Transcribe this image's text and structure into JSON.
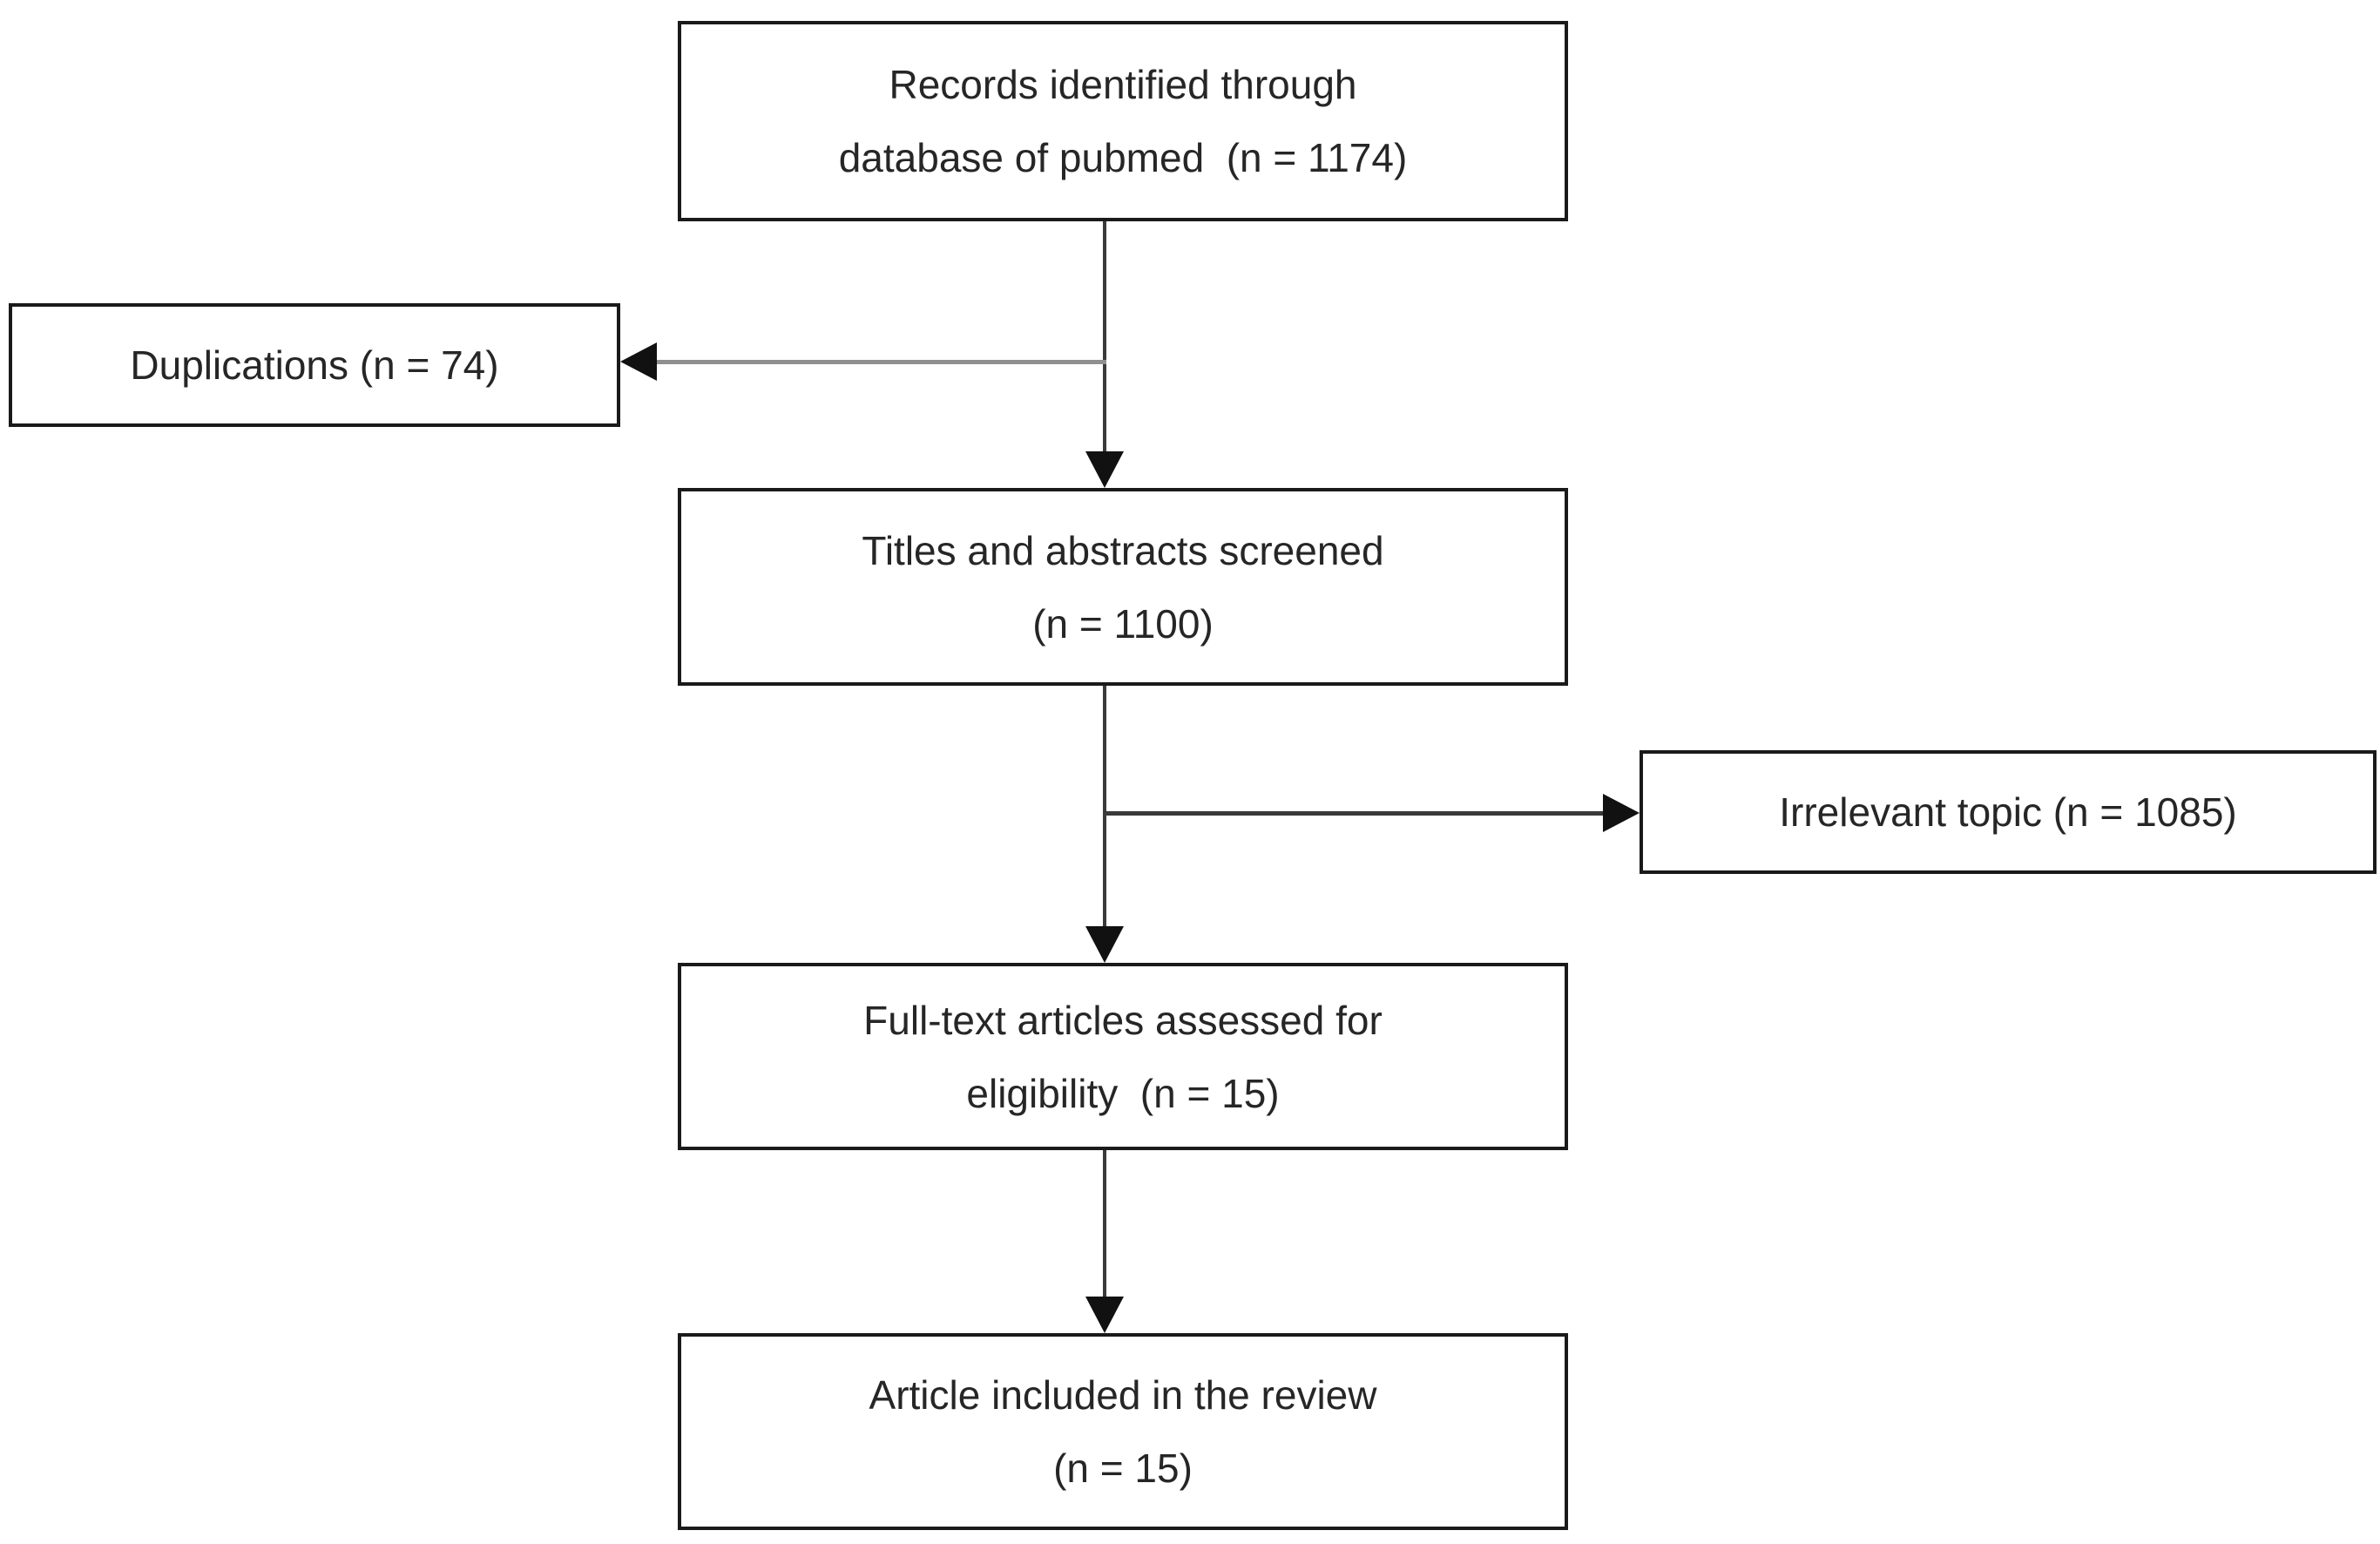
{
  "diagram": {
    "boxes": {
      "records": {
        "line1": "Records identified through",
        "line2": "database of pubmed  (n = 1174)"
      },
      "duplications": {
        "line1": "Duplications (n = 74)"
      },
      "screened": {
        "line1": "Titles and abstracts screened",
        "line2": "(n = 1100)"
      },
      "irrelevant": {
        "line1": "Irrelevant topic (n = 1085)"
      },
      "fulltext": {
        "line1": "Full-text articles assessed for",
        "line2": "eligibility  (n = 15)"
      },
      "included": {
        "line1": "Article included in the review",
        "line2": "(n = 15)"
      }
    },
    "colors": {
      "background": "#ffffff",
      "box_border": "#1a1a1a",
      "text": "#262626",
      "connector": "#3a3a3a",
      "connector_light": "#8f8f8f",
      "arrowhead": "#111111"
    }
  }
}
